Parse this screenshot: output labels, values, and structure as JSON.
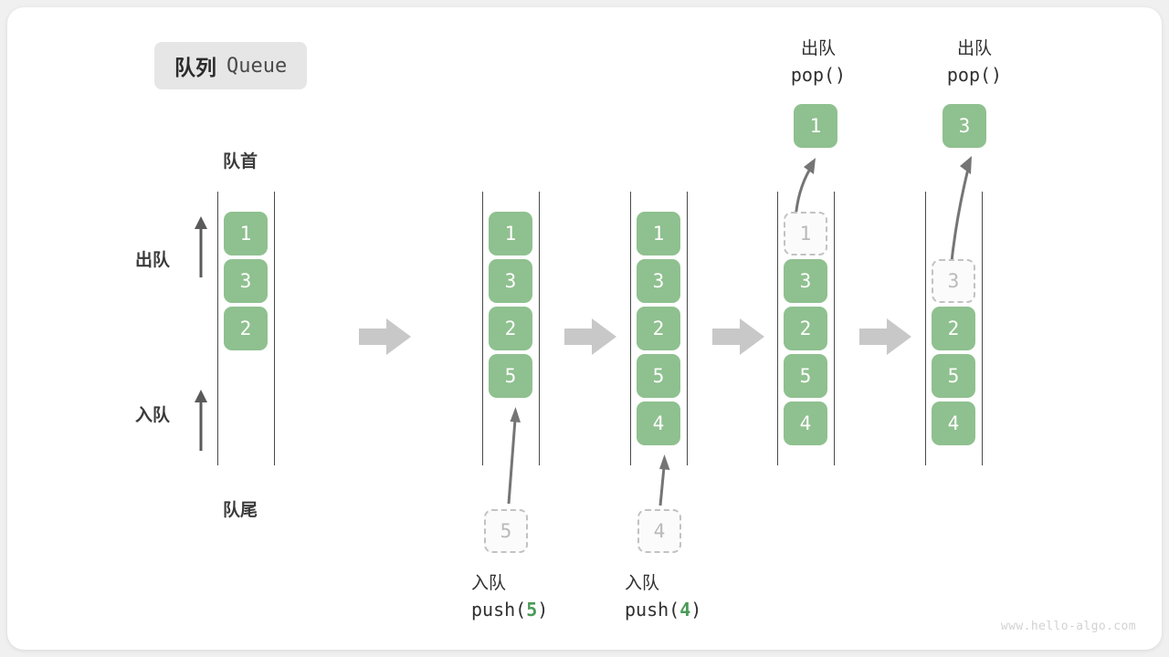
{
  "title": {
    "cn": "队列",
    "en": "Queue"
  },
  "colors": {
    "cell_fill": "#8fc08f",
    "cell_text": "#ffffff",
    "ghost_border": "#c2c2c2",
    "ghost_text": "#b9b9b9",
    "rail": "#4a4a4a",
    "step_arrow": "#c8c8c8",
    "accent_green": "#4a9a58",
    "card_bg": "#ffffff",
    "page_bg": "#f0f0f0",
    "badge_bg": "#e6e6e6",
    "watermark": "#d2d2d2"
  },
  "labels": {
    "front": "队首",
    "rear": "队尾",
    "dequeue": "出队",
    "enqueue": "入队"
  },
  "panels": [
    {
      "id": "panel-initial",
      "cells": [
        "1",
        "3",
        "2"
      ],
      "ghost_index": null,
      "empty_top": false
    },
    {
      "id": "panel-after-push-5",
      "cells": [
        "1",
        "3",
        "2",
        "5"
      ],
      "ghost_index": null,
      "empty_top": false,
      "push_arrow": true,
      "pending": {
        "value": "5",
        "op_cn": "入队",
        "op_code_prefix": "push(",
        "op_code_value": "5",
        "op_code_suffix": ")"
      }
    },
    {
      "id": "panel-after-push-4",
      "cells": [
        "1",
        "3",
        "2",
        "5",
        "4"
      ],
      "ghost_index": null,
      "empty_top": false,
      "push_arrow": true,
      "pending": {
        "value": "4",
        "op_cn": "入队",
        "op_code_prefix": "push(",
        "op_code_value": "4",
        "op_code_suffix": ")"
      }
    },
    {
      "id": "panel-pop-1",
      "cells": [
        "1",
        "3",
        "2",
        "5",
        "4"
      ],
      "ghost_index": 0,
      "empty_top": false,
      "popped": {
        "value": "1",
        "op_cn": "出队",
        "op_code": "pop()"
      }
    },
    {
      "id": "panel-pop-3",
      "cells": [
        "3",
        "2",
        "5",
        "4"
      ],
      "ghost_index": 0,
      "empty_top": true,
      "popped": {
        "value": "3",
        "op_cn": "出队",
        "op_code": "pop()"
      }
    }
  ],
  "watermark": "www.hello-algo.com"
}
